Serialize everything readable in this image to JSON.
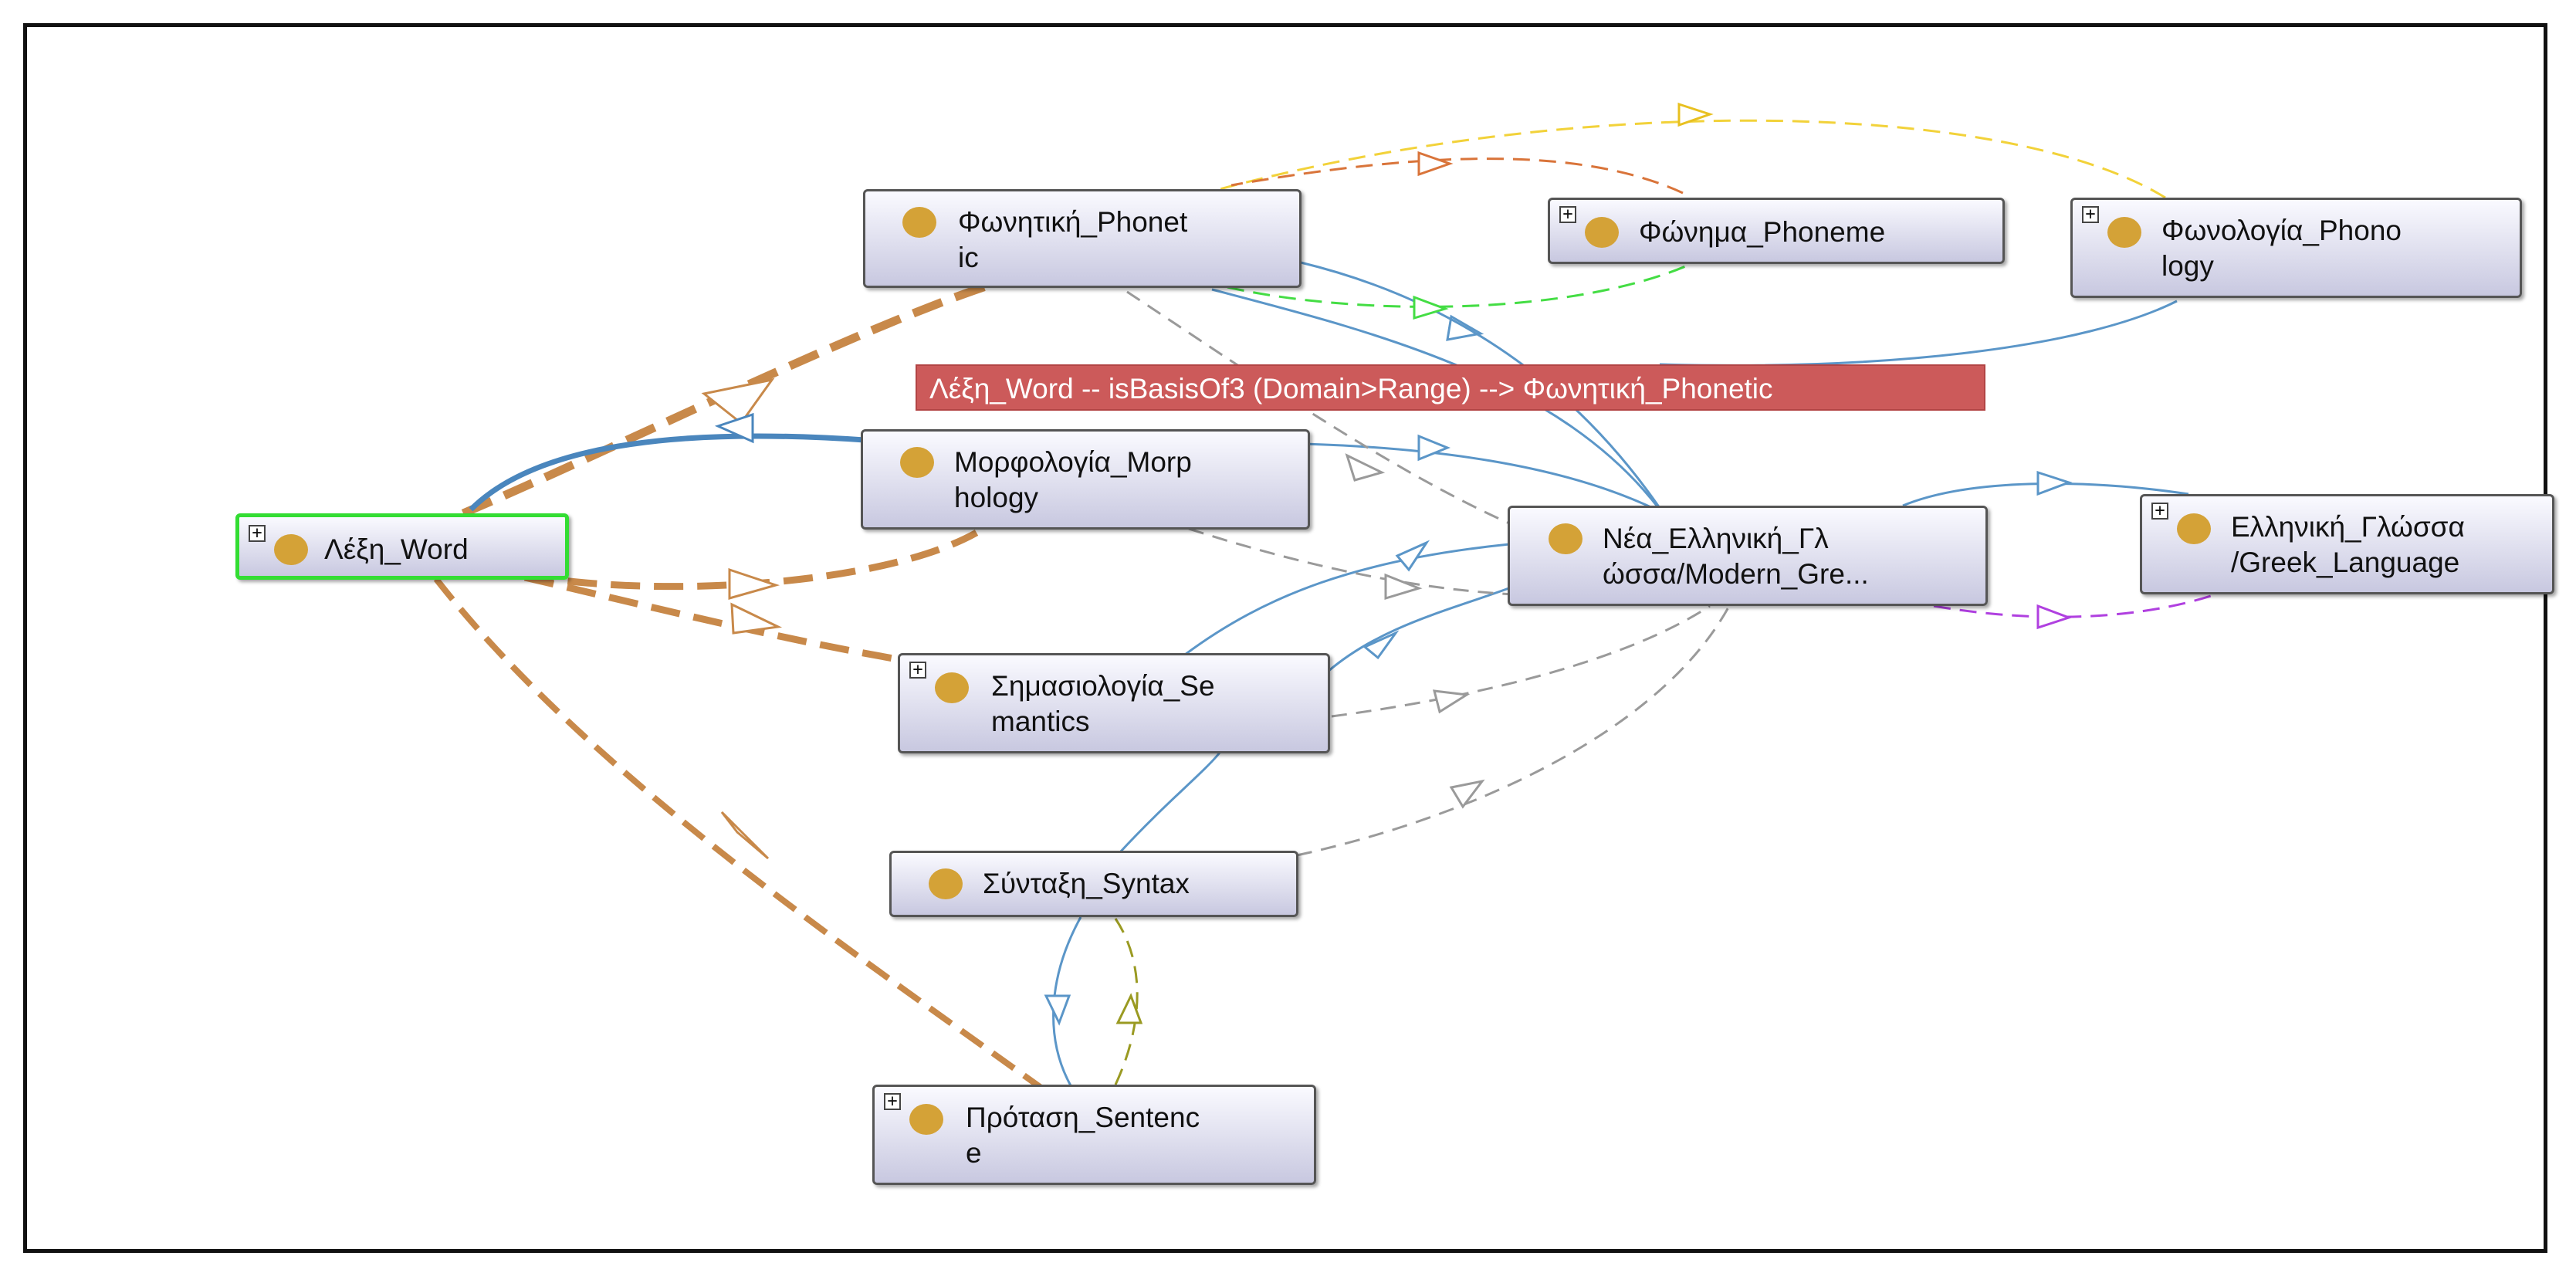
{
  "nodes": {
    "word": {
      "label": "Λέξη_Word",
      "expandable": true,
      "selected": true
    },
    "phonetic": {
      "line1": "Φωνητική_Phonet",
      "line2": "ic",
      "expandable": false
    },
    "phoneme": {
      "label": "Φώνημα_Phoneme",
      "expandable": true
    },
    "phonology": {
      "line1": "Φωνολογία_Phono",
      "line2": "logy",
      "expandable": true
    },
    "morphology": {
      "line1": "Μορφολογία_Morp",
      "line2": "hology",
      "expandable": false
    },
    "modern_greek": {
      "line1": "Νέα_Ελληνική_Γλ",
      "line2": "ώσσα/Modern_Gre...",
      "expandable": false
    },
    "greek_language": {
      "line1": "Ελληνική_Γλώσσα",
      "line2": "/Greek_Language",
      "expandable": true
    },
    "semantics": {
      "line1": "Σημασιολογία_Se",
      "line2": "mantics",
      "expandable": true
    },
    "syntax": {
      "label": "Σύνταξη_Syntax",
      "expandable": false
    },
    "sentence": {
      "line1": "Πρόταση_Sentenc",
      "line2": "e",
      "expandable": true
    }
  },
  "tooltip": {
    "text": "Λέξη_Word -- isBasisOf3 (Domain>Range) --> Φωνητική_Phonetic"
  },
  "colors": {
    "node_dot": "#d4a237",
    "edge_orange": "#c8894a",
    "edge_blue": "#5b96c8",
    "edge_gray": "#9a9a9a",
    "edge_yellow": "#f2d23a",
    "edge_dark_orange": "#d9743a",
    "edge_green": "#44dd44",
    "edge_purple": "#b040e0",
    "edge_olive": "#9a9a22",
    "tooltip_bg": "#cc5a5a",
    "selected_border": "#33dd33"
  }
}
